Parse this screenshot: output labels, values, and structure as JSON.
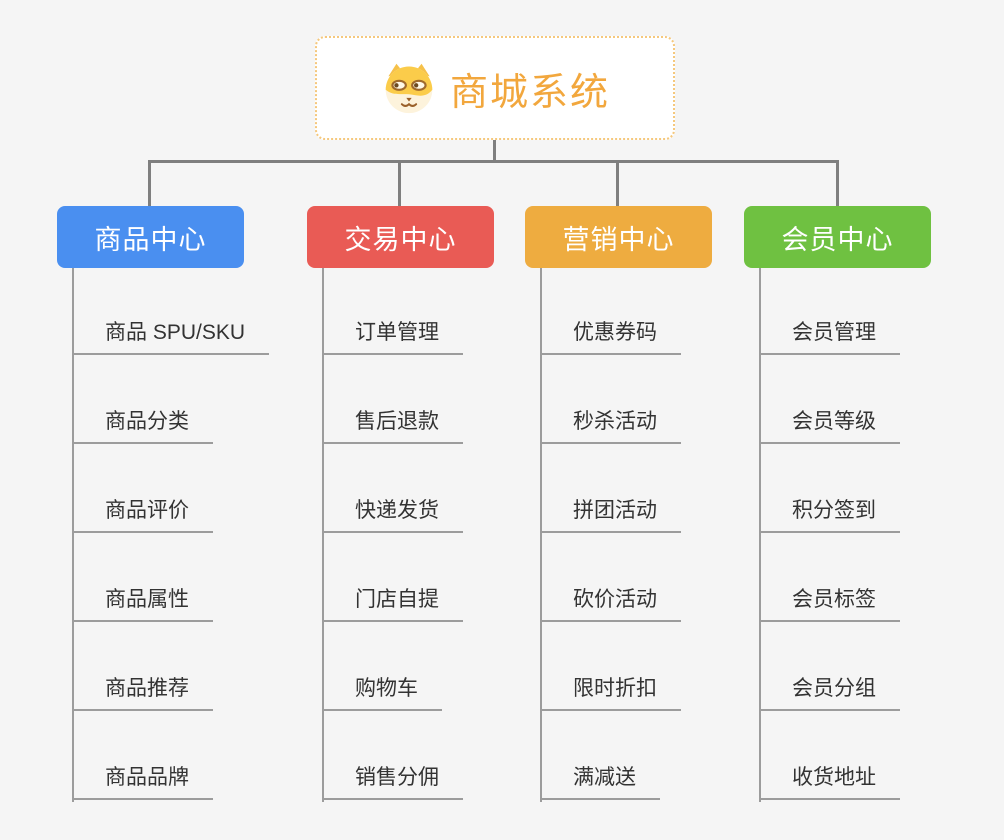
{
  "page": {
    "background_color": "#f5f5f5",
    "connector_color": "#7f7f7f",
    "branch_line_color": "#9c9c9c",
    "leaf_text_color": "#333333"
  },
  "root": {
    "title": "商城系统",
    "icon": "dog-face-icon",
    "title_color": "#f2a73d",
    "border_color": "#f5c87d"
  },
  "columns": [
    {
      "label": "商品中心",
      "color": "#4a8ff0",
      "items": [
        "商品 SPU/SKU",
        "商品分类",
        "商品评价",
        "商品属性",
        "商品推荐",
        "商品品牌"
      ]
    },
    {
      "label": "交易中心",
      "color": "#e95b55",
      "items": [
        "订单管理",
        "售后退款",
        "快递发货",
        "门店自提",
        "购物车",
        "销售分佣"
      ]
    },
    {
      "label": "营销中心",
      "color": "#eeac40",
      "items": [
        "优惠券码",
        "秒杀活动",
        "拼团活动",
        "砍价活动",
        "限时折扣",
        "满减送"
      ]
    },
    {
      "label": "会员中心",
      "color": "#6fc141",
      "items": [
        "会员管理",
        "会员等级",
        "积分签到",
        "会员标签",
        "会员分组",
        "收货地址"
      ]
    }
  ]
}
